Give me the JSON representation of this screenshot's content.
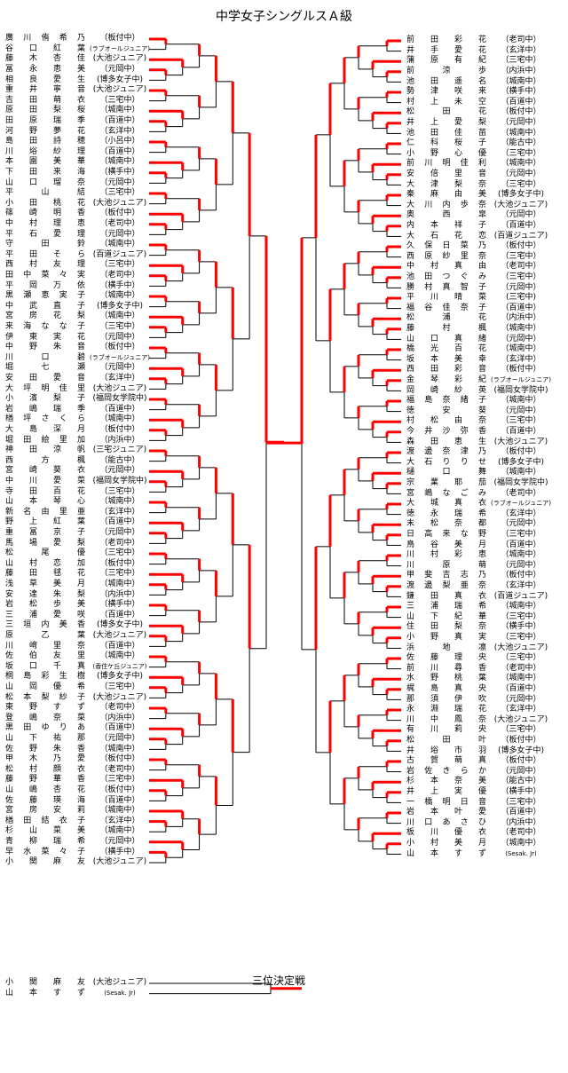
{
  "title": "中学女子シングルスＡ級",
  "third_place_label": "三位決定戦",
  "left_entries": [
    {
      "name": "廣川侑希乃",
      "team": "（板付中）"
    },
    {
      "name": "谷口紅葉",
      "team": "(ラブオールジュニア)"
    },
    {
      "name": "藤木杏佳",
      "team": "(大池ジュニア)"
    },
    {
      "name": "冨永恵美",
      "team": "（元岡中）"
    },
    {
      "name": "相良愛生",
      "team": "(博多女子中)"
    },
    {
      "name": "重井寧音",
      "team": "(大池ジュニア)"
    },
    {
      "name": "吉田萌衣",
      "team": "（三宅中）"
    },
    {
      "name": "原田梨桜",
      "team": "（城南中）"
    },
    {
      "name": "田原瑞季",
      "team": "（百道中）"
    },
    {
      "name": "河野夢花",
      "team": "（玄洋中）"
    },
    {
      "name": "島田詩穂",
      "team": "（小呂中）"
    },
    {
      "name": "川﨏紗理",
      "team": "（百道中）"
    },
    {
      "name": "本園美華",
      "team": "（城南中）"
    },
    {
      "name": "下田来海",
      "team": "（横手中）"
    },
    {
      "name": "山口瑠奈",
      "team": "（元岡中）"
    },
    {
      "name": "平山結",
      "team": "（三宅中）"
    },
    {
      "name": "小田桃花",
      "team": "(大池ジュニア)"
    },
    {
      "name": "篠崎明香",
      "team": "（板付中）"
    },
    {
      "name": "中村理恵",
      "team": "（老司中）"
    },
    {
      "name": "平石愛理",
      "team": "（元岡中）"
    },
    {
      "name": "守田鈴",
      "team": "（城南中）"
    },
    {
      "name": "平田そら",
      "team": "(百道ジュニア)"
    },
    {
      "name": "西村友理",
      "team": "（三宅中）"
    },
    {
      "name": "田中菜々実",
      "team": "（老司中）"
    },
    {
      "name": "平岡万依",
      "team": "（横手中）"
    },
    {
      "name": "黒瀬恵実子",
      "team": "（城南中）"
    },
    {
      "name": "中武直子",
      "team": "(博多女子中)"
    },
    {
      "name": "宮房花梨",
      "team": "（城南中）"
    },
    {
      "name": "来海なな子",
      "team": "（三宅中）"
    },
    {
      "name": "伊東実花",
      "team": "（元岡中）"
    },
    {
      "name": "中野朱音",
      "team": "（板付中）"
    },
    {
      "name": "川口碧",
      "team": "(ラブオールジュニア)"
    },
    {
      "name": "堀七瀬",
      "team": "（元岡中）"
    },
    {
      "name": "安田愛音",
      "team": "（玄洋中）"
    },
    {
      "name": "大坪明佳里",
      "team": "(大池ジュニア)"
    },
    {
      "name": "小濱梨子",
      "team": "(福岡女学院中)"
    },
    {
      "name": "岩嶋瑞季",
      "team": "（百道中）"
    },
    {
      "name": "楢坪さくら",
      "team": "（城南中）"
    },
    {
      "name": "大島深月",
      "team": "（板付中）"
    },
    {
      "name": "堀田絵里加",
      "team": "（内浜中）"
    },
    {
      "name": "神田涼帆",
      "team": "(三宅ジュニア)"
    },
    {
      "name": "西方楓",
      "team": "（能古中）"
    },
    {
      "name": "宮崎葵衣",
      "team": "（元岡中）"
    },
    {
      "name": "中川愛菜",
      "team": "(福岡女学院中)"
    },
    {
      "name": "寺田百花",
      "team": "（三宅中）"
    },
    {
      "name": "山本琴心",
      "team": "（城南中）"
    },
    {
      "name": "新名由里亜",
      "team": "（玄洋中）"
    },
    {
      "name": "野上紅葉",
      "team": "（百道中）"
    },
    {
      "name": "重冨京子",
      "team": "（元岡中）"
    },
    {
      "name": "馬場愛梨",
      "team": "（老司中）"
    },
    {
      "name": "松尾優",
      "team": "（三宅中）"
    },
    {
      "name": "山村恋加",
      "team": "（板付中）"
    },
    {
      "name": "藤田毬花",
      "team": "（三宅中）"
    },
    {
      "name": "浅草美月",
      "team": "（城南中）"
    },
    {
      "name": "安達朱梨",
      "team": "（内浜中）"
    },
    {
      "name": "岩松歩美",
      "team": "（横手中）"
    },
    {
      "name": "三浦愛咲",
      "team": "（百道中）"
    },
    {
      "name": "三垣内美香",
      "team": "(博多女子中)"
    },
    {
      "name": "原乙葉",
      "team": "(大池ジュニア)"
    },
    {
      "name": "川﨑里奈",
      "team": "（百道中）"
    },
    {
      "name": "佐伯友里",
      "team": "（城南中）"
    },
    {
      "name": "坂口千真",
      "team": "(香住ケ丘ジュニア)"
    },
    {
      "name": "桐島彩生樹",
      "team": "(博多女子中)"
    },
    {
      "name": "山岡優希",
      "team": "（三宅中）"
    },
    {
      "name": "松本梨紗子",
      "team": "(大池ジュニア)"
    },
    {
      "name": "東野すず",
      "team": "（老司中）"
    },
    {
      "name": "登嶋奈菜",
      "team": "（内浜中）"
    },
    {
      "name": "黒田ゆりあ",
      "team": "（百道中）"
    },
    {
      "name": "山下祐那",
      "team": "（元岡中）"
    },
    {
      "name": "佐野朱香",
      "team": "（城南中）"
    },
    {
      "name": "甲木乃愛",
      "team": "（板付中）"
    },
    {
      "name": "松村顔衣",
      "team": "（老司中）"
    },
    {
      "name": "藤野華香",
      "team": "（三宅中）"
    },
    {
      "name": "山嶋杏花",
      "team": "（板付中）"
    },
    {
      "name": "佐藤瑛海",
      "team": "（百道中）"
    },
    {
      "name": "宮房安莉",
      "team": "（城南中）"
    },
    {
      "name": "楢田結衣子",
      "team": "（玄洋中）"
    },
    {
      "name": "杉山菜美",
      "team": "（城南中）"
    },
    {
      "name": "青柳瑞希",
      "team": "（元岡中）"
    },
    {
      "name": "早水菜々子",
      "team": "（横手中）"
    },
    {
      "name": "小関麻友",
      "team": "(大池ジュニア)"
    }
  ],
  "right_entries": [
    {
      "name": "前田彩花",
      "team": "（老司中）"
    },
    {
      "name": "井手愛花",
      "team": "（玄洋中）"
    },
    {
      "name": "蒲原有紀",
      "team": "（三宅中）"
    },
    {
      "name": "前涼歩",
      "team": "（内浜中）"
    },
    {
      "name": "池田遥名",
      "team": "（城南中）"
    },
    {
      "name": "勢津咲来",
      "team": "（横手中）"
    },
    {
      "name": "村上未空",
      "team": "（百道中）"
    },
    {
      "name": "松田花",
      "team": "（板付中）"
    },
    {
      "name": "井上愛梨",
      "team": "（元岡中）"
    },
    {
      "name": "池田佳苗",
      "team": "（城南中）"
    },
    {
      "name": "仁科桜子",
      "team": "（能古中）"
    },
    {
      "name": "小野心優",
      "team": "（三宅中）"
    },
    {
      "name": "前川明佳利",
      "team": "（城南中）"
    },
    {
      "name": "安倍里音",
      "team": "（元岡中）"
    },
    {
      "name": "大津梨奈",
      "team": "（三宅中）"
    },
    {
      "name": "秦麻由美",
      "team": "(博多女子中)"
    },
    {
      "name": "大川内歩奈",
      "team": "(大池ジュニア)"
    },
    {
      "name": "奥西皐",
      "team": "（元岡中）"
    },
    {
      "name": "内本祥子",
      "team": "（百道中）"
    },
    {
      "name": "大石花恋",
      "team": "(百道ジュニア)"
    },
    {
      "name": "久保日菜乃",
      "team": "（板付中）"
    },
    {
      "name": "西原紗里奈",
      "team": "（三宅中）"
    },
    {
      "name": "中村真由",
      "team": "（老司中）"
    },
    {
      "name": "池田つぐみ",
      "team": "（三宅中）"
    },
    {
      "name": "勝村真智子",
      "team": "（元岡中）"
    },
    {
      "name": "平川晴菜",
      "team": "(三宅中)"
    },
    {
      "name": "福谷佳奈子",
      "team": "（百道中）"
    },
    {
      "name": "松浦花",
      "team": "（内浜中）"
    },
    {
      "name": "藤村楓",
      "team": "（城南中）"
    },
    {
      "name": "山口真緒",
      "team": "（元岡中）"
    },
    {
      "name": "橋光百花",
      "team": "（城南中）"
    },
    {
      "name": "坂本美幸",
      "team": "（玄洋中）"
    },
    {
      "name": "西田彩音",
      "team": "（板付中）"
    },
    {
      "name": "金琴彩紀",
      "team": "(ラブオールジュニア)"
    },
    {
      "name": "岡崎紗英",
      "team": "(福岡女学院中)"
    },
    {
      "name": "福島奈緒子",
      "team": "（城南中）"
    },
    {
      "name": "徳安葵",
      "team": "（元岡中）"
    },
    {
      "name": "村松由奈",
      "team": "（三宅中）"
    },
    {
      "name": "今井沙弥香",
      "team": "（百道中）"
    },
    {
      "name": "森田恵生",
      "team": "(大池ジュニア)"
    },
    {
      "name": "渡邊奈津乃",
      "team": "（板付中）"
    },
    {
      "name": "大石りりせ",
      "team": "(博多女子中)"
    },
    {
      "name": "樋口舞",
      "team": "（城南中）"
    },
    {
      "name": "宗業耶茄",
      "team": "(福岡女学院中)"
    },
    {
      "name": "宮嶋なごみ",
      "team": "（老司中）"
    },
    {
      "name": "大城真衣",
      "team": "(ラブオールジュニア)"
    },
    {
      "name": "徳永瑞希",
      "team": "（玄洋中）"
    },
    {
      "name": "末松奈都",
      "team": "（元岡中）"
    },
    {
      "name": "日高来な野",
      "team": "（三宅中）"
    },
    {
      "name": "鳥谷美月",
      "team": "（百道中）"
    },
    {
      "name": "川村彩恵",
      "team": "（城南中）"
    },
    {
      "name": "川原萌",
      "team": "（元岡中）"
    },
    {
      "name": "甲斐吉志乃",
      "team": "（板付中）"
    },
    {
      "name": "渡邊梨亜奈",
      "team": "（玄洋中）"
    },
    {
      "name": "鎌田真衣",
      "team": "(百道ジュニア)"
    },
    {
      "name": "三浦瑞希",
      "team": "（城南中）"
    },
    {
      "name": "山下紀華",
      "team": "（三宅中）"
    },
    {
      "name": "住田梨奈",
      "team": "（横手中）"
    },
    {
      "name": "小野真実",
      "team": "（三宅中）"
    },
    {
      "name": "浜地凛",
      "team": "(大池ジュニア)"
    },
    {
      "name": "佐藤理央",
      "team": "（三宅中）"
    },
    {
      "name": "前川尋香",
      "team": "（老司中）"
    },
    {
      "name": "水野桃葉",
      "team": "（城南中）"
    },
    {
      "name": "梶島真央",
      "team": "（百道中）"
    },
    {
      "name": "那須伊吹",
      "team": "（元岡中）"
    },
    {
      "name": "永淵瑞花",
      "team": "（玄洋中）"
    },
    {
      "name": "川中鳳奈",
      "team": "(大池ジュニア)"
    },
    {
      "name": "有川莉央",
      "team": "（三宅中）"
    },
    {
      "name": "松田叶",
      "team": "（板付中）"
    },
    {
      "name": "井﨏市羽",
      "team": "(博多女子中)"
    },
    {
      "name": "古賀萌真",
      "team": "（板付中）"
    },
    {
      "name": "岩佐きらか",
      "team": "（元岡中）"
    },
    {
      "name": "杉本奈美",
      "team": "（能古中）"
    },
    {
      "name": "井上実優",
      "team": "（横手中）"
    },
    {
      "name": "一橋明日音",
      "team": "（三宅中）"
    },
    {
      "name": "岩本叶愛",
      "team": "（百道中）"
    },
    {
      "name": "川口あさひ",
      "team": "（内浜中）"
    },
    {
      "name": "板川優衣",
      "team": "（老司中）"
    },
    {
      "name": "小村美月",
      "team": "（城南中）"
    },
    {
      "name": "山本すず",
      "team": "(Sesak. Jr)"
    }
  ],
  "third_place_entries": [
    {
      "name": "小関麻友",
      "team": "(大池ジュニア)"
    },
    {
      "name": "山本すず",
      "team": "(Sesak. Jr)"
    }
  ],
  "colors": {
    "winner_line": "#ff0000",
    "bracket_line": "#000000"
  }
}
